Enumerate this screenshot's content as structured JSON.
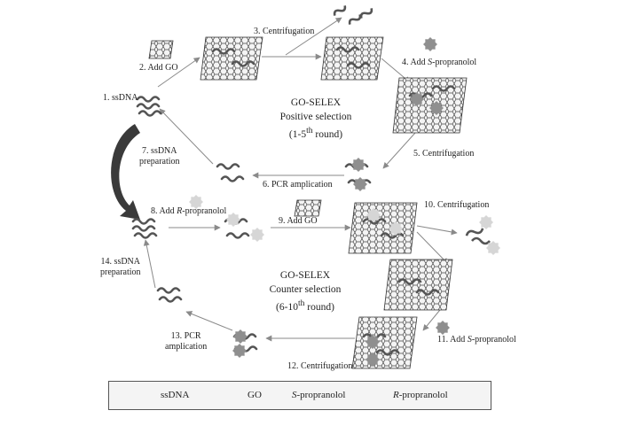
{
  "positive": {
    "title_line1": "GO-SELEX",
    "title_line2": "Positive selection",
    "round_prefix": "(1-5",
    "round_sup": "th",
    "round_suffix": " round)"
  },
  "counter": {
    "title_line1": "GO-SELEX",
    "title_line2": "Counter selection",
    "round_prefix": "(6-10",
    "round_sup": "th",
    "round_suffix": " round)"
  },
  "steps": {
    "s1": "1. ssDNA",
    "s2": "2. Add GO",
    "s3": "3. Centrifugation",
    "s4_prefix": "4. Add ",
    "s4_italic": "S",
    "s4_suffix": "-propranolol",
    "s5": "5. Centrifugation",
    "s6": "6. PCR amplication",
    "s7_line1": "7. ssDNA",
    "s7_line2": "preparation",
    "s8_prefix": "8. Add ",
    "s8_italic": "R",
    "s8_suffix": "-propranolol",
    "s9": "9. Add GO",
    "s10": "10. Centrifugation",
    "s11_prefix": "11. Add ",
    "s11_italic": "S",
    "s11_suffix": "-propranolol",
    "s12": "12. Centrifugation",
    "s13_line1": "13. PCR",
    "s13_line2": "amplication",
    "s14_line1": "14. ssDNA",
    "s14_line2": "preparation"
  },
  "legend": {
    "ssdna": "ssDNA",
    "go": "GO",
    "s_italic": "S",
    "s_suffix": "-propranolol",
    "r_italic": "R",
    "r_suffix": "-propranolol"
  },
  "colors": {
    "line": "#8a8a8a",
    "strand": "#555555",
    "s_propranolol": "#8f8f8f",
    "r_propranolol": "#d6d6d6",
    "big_arrow": "#3a3a3a"
  }
}
